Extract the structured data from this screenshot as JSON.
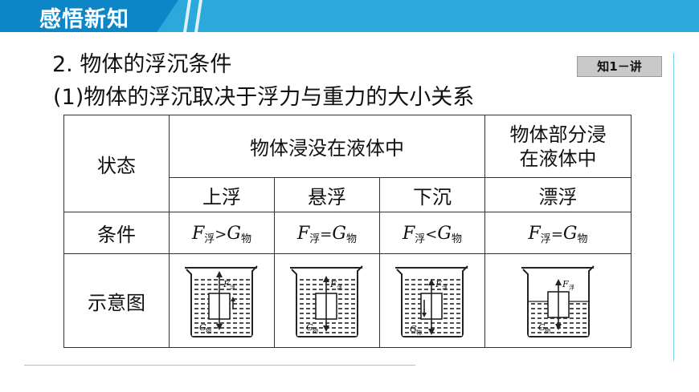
{
  "header": {
    "section_title": "感悟新知"
  },
  "badge": "知1－讲",
  "heading_1": "2. 物体的浮沉条件",
  "heading_2": "(1)物体的浮沉取决于浮力与重力的大小关系",
  "table": {
    "row_headers": [
      "状态",
      "条件",
      "示意图"
    ],
    "group_immersed": "物体浸没在液体中",
    "group_partial": "物体部分浸在液体中",
    "states": [
      "上浮",
      "悬浮",
      "下沉",
      "漂浮"
    ],
    "conditions": [
      {
        "f": "F",
        "f_sub": "浮",
        "op": ">",
        "g": "G",
        "g_sub": "物"
      },
      {
        "f": "F",
        "f_sub": "浮",
        "op": "=",
        "g": "G",
        "g_sub": "物"
      },
      {
        "f": "F",
        "f_sub": "浮",
        "op": "<",
        "g": "G",
        "g_sub": "物"
      },
      {
        "f": "F",
        "f_sub": "浮",
        "op": "=",
        "g": "G",
        "g_sub": "物"
      }
    ],
    "diagram_labels": {
      "f": "F",
      "f_sub": "浮",
      "g": "G",
      "g_sub": "物"
    }
  }
}
